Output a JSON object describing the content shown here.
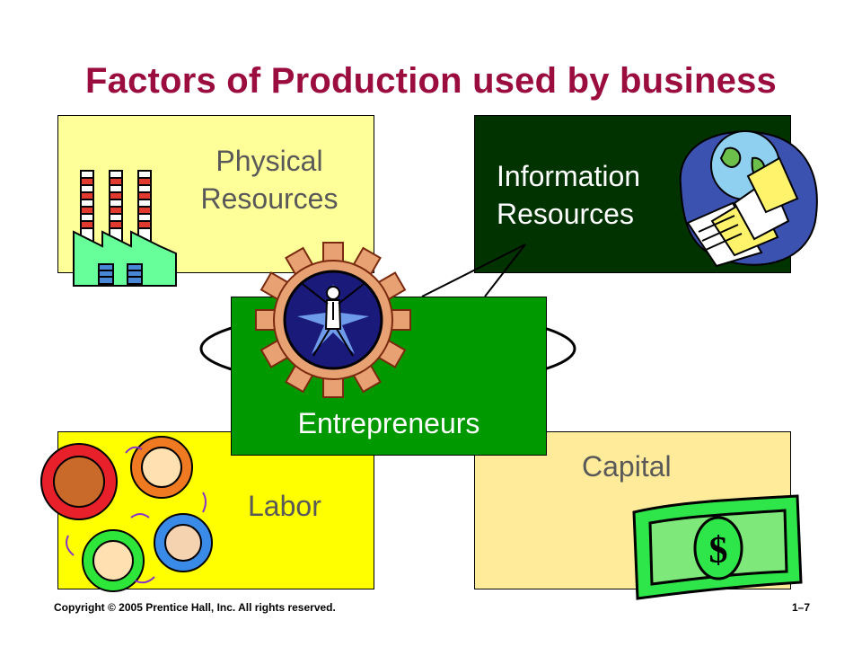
{
  "slide": {
    "title": "Factors of Production used by business",
    "boxes": {
      "physical": {
        "line1": "Physical",
        "line2": "Resources"
      },
      "information": {
        "line1": "Information",
        "line2": "Resources"
      },
      "labor": {
        "label": "Labor"
      },
      "capital": {
        "label": "Capital"
      },
      "entrepreneurs": {
        "label": "Entrepreneurs"
      }
    },
    "footer": {
      "copyright": "Copyright © 2005 Prentice Hall, Inc. All rights reserved.",
      "page": "1–7"
    }
  },
  "icons": {
    "physical": "factory-icon",
    "information": "globe-documents-icon",
    "entrepreneurs": "gear-person-icon",
    "labor": "gears-people-icon",
    "capital": "dollar-bill-icon"
  },
  "colors": {
    "title": "#9b0d3e",
    "physical_bg": "#ffff99",
    "information_bg": "#003300",
    "labor_bg": "#ffff00",
    "capital_bg": "#ffeb99",
    "entrepreneurs_bg": "#009900"
  }
}
